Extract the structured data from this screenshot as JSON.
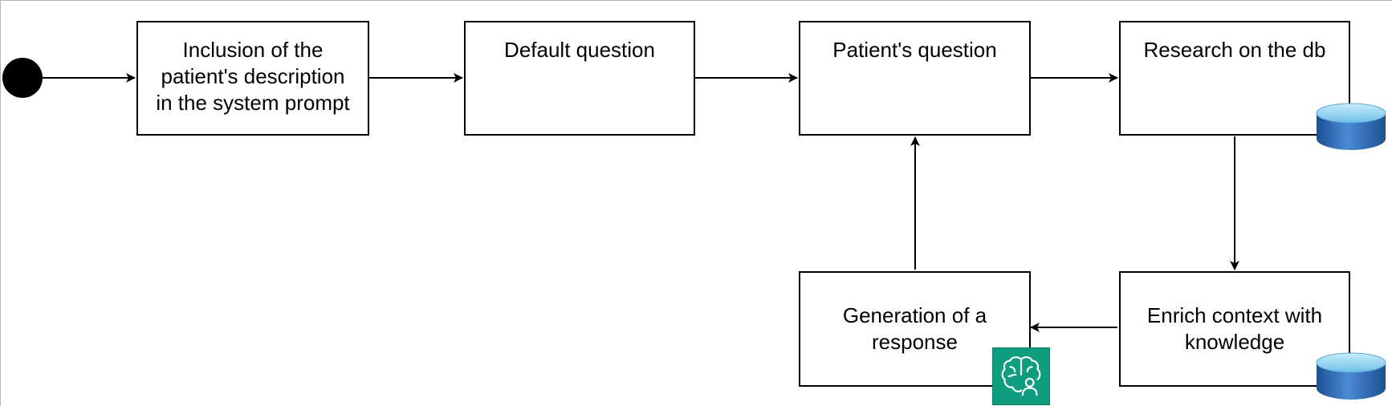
{
  "diagram": {
    "type": "flowchart",
    "nodes": [
      {
        "id": "inclusion",
        "label": "Inclusion of the\npatient's description\nin the system prompt"
      },
      {
        "id": "default_question",
        "label": "Default question"
      },
      {
        "id": "patient_question",
        "label": "Patient's question"
      },
      {
        "id": "research",
        "label": "Research on the db"
      },
      {
        "id": "enrich",
        "label": "Enrich context with\nknowledge"
      },
      {
        "id": "generation",
        "label": "Generation of a\nresponse"
      }
    ],
    "edges": [
      {
        "from": "start",
        "to": "inclusion"
      },
      {
        "from": "inclusion",
        "to": "default_question"
      },
      {
        "from": "default_question",
        "to": "patient_question"
      },
      {
        "from": "patient_question",
        "to": "research"
      },
      {
        "from": "research",
        "to": "enrich"
      },
      {
        "from": "enrich",
        "to": "generation"
      },
      {
        "from": "generation",
        "to": "patient_question"
      }
    ],
    "icons": [
      {
        "name": "database-icon",
        "attached_to": "research"
      },
      {
        "name": "database-icon",
        "attached_to": "enrich"
      },
      {
        "name": "ai-brain-user-icon",
        "attached_to": "generation"
      }
    ],
    "colors": {
      "stroke": "#000000",
      "start_node": "#000000",
      "db_top": "#9ad3ee",
      "db_body": "#2f6fb8",
      "ai_icon_bg": "#0f9d7f"
    }
  }
}
